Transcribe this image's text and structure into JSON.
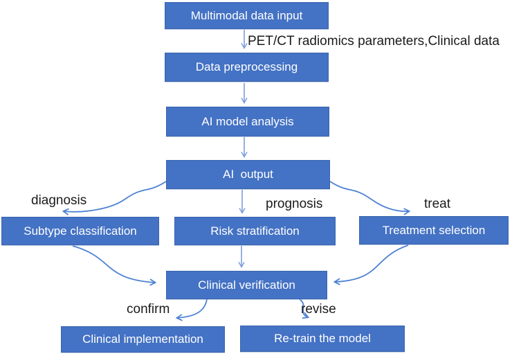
{
  "diagram": {
    "type": "flowchart",
    "description_label": "PET/CT radiomics parameters,Clinical data",
    "colors": {
      "box_fill": "#4472C4",
      "box_border": "#3a64ae",
      "box_text": "#ffffff",
      "straight_arrow": "#7d9dd9",
      "curved_arrow": "#4d82d4",
      "label_text": "#1b1b1b",
      "background": "#ffffff"
    },
    "nodes": {
      "multimodal": {
        "label": "Multimodal data input"
      },
      "preprocessing": {
        "label": "Data preprocessing"
      },
      "analysis": {
        "label": "AI model analysis"
      },
      "output": {
        "label": "AI  output"
      },
      "subtype": {
        "label": "Subtype classification"
      },
      "risk": {
        "label": "Risk stratification"
      },
      "treatment": {
        "label": "Treatment selection"
      },
      "verification": {
        "label": "Clinical verification"
      },
      "implementation": {
        "label": "Clinical implementation"
      },
      "retrain": {
        "label": "Re-train the model"
      }
    },
    "edge_labels": {
      "data_description": "PET/CT radiomics parameters,Clinical data",
      "diagnosis": "diagnosis",
      "prognosis": "prognosis",
      "treat": "treat",
      "confirm": "confirm",
      "revise": "revise"
    },
    "edges": [
      {
        "from": "multimodal",
        "to": "preprocessing",
        "label": "PET/CT radiomics parameters,Clinical data"
      },
      {
        "from": "preprocessing",
        "to": "analysis",
        "label": ""
      },
      {
        "from": "analysis",
        "to": "output",
        "label": ""
      },
      {
        "from": "output",
        "to": "subtype",
        "label": "diagnosis"
      },
      {
        "from": "output",
        "to": "risk",
        "label": "prognosis"
      },
      {
        "from": "output",
        "to": "treatment",
        "label": "treat"
      },
      {
        "from": "subtype",
        "to": "verification",
        "label": ""
      },
      {
        "from": "risk",
        "to": "verification",
        "label": ""
      },
      {
        "from": "treatment",
        "to": "verification",
        "label": ""
      },
      {
        "from": "verification",
        "to": "implementation",
        "label": "confirm"
      },
      {
        "from": "verification",
        "to": "retrain",
        "label": "revise"
      }
    ]
  }
}
